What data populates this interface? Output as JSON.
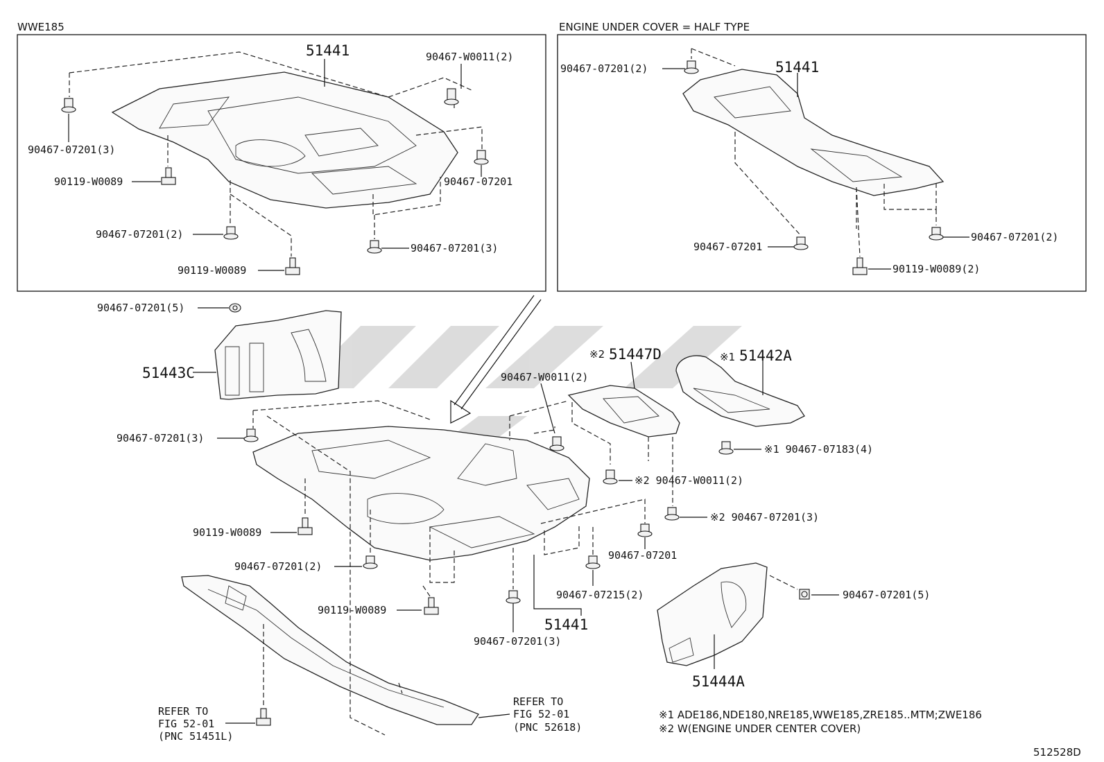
{
  "panels": {
    "left_title": "WWE185",
    "right_title": "ENGINE UNDER COVER = HALF TYPE"
  },
  "labels": {
    "p1_51441": "51441",
    "p1_w0011_2": "90467-W0011(2)",
    "p1_07201_3": "90467-07201(3)",
    "p1_w0089_a": "90119-W0089",
    "p1_07201": "90467-07201",
    "p1_07201_2": "90467-07201(2)",
    "p1_07201_3b": "90467-07201(3)",
    "p1_w0089_b": "90119-W0089",
    "p2_07201_2": "90467-07201(2)",
    "p2_51441": "51441",
    "p2_07201": "90467-07201",
    "p2_07201_2b": "90467-07201(2)",
    "p2_w0089_2": "90119-W0089(2)",
    "m_07201_5": "90467-07201(5)",
    "m_51443c": "51443C",
    "m_51447d": "51447D",
    "m_51447d_mark": "※2",
    "m_51442a": "51442A",
    "m_51442a_mark": "※1",
    "m_w0011_2": "90467-W0011(2)",
    "m_07201_3": "90467-07201(3)",
    "m_07183_4": "※1 90467-07183(4)",
    "m_w0011_2b": "※2 90467-W0011(2)",
    "m_07201_3c": "※2 90467-07201(3)",
    "m_w0089_a": "90119-W0089",
    "m_07201_single": "90467-07201",
    "m_07201_2": "90467-07201(2)",
    "m_07215_2": "90467-07215(2)",
    "m_w0089_b": "90119-W0089",
    "m_07201_5b": "90467-07201(5)",
    "m_51441": "51441",
    "m_07201_3d": "90467-07201(3)",
    "m_51444a": "51444A",
    "refer_left_1": "REFER TO",
    "refer_left_2": "FIG 52-01",
    "refer_left_3": "(PNC 51451L)",
    "refer_right_1": "REFER TO",
    "refer_right_2": "FIG 52-01",
    "refer_right_3": "(PNC 52618)"
  },
  "notes": {
    "n1": "※1 ADE186,NDE180,NRE185,WWE185,ZRE185..MTM;ZWE186",
    "n2": "※2 W(ENGINE UNDER CENTER COVER)"
  },
  "figure_id": "512528D"
}
